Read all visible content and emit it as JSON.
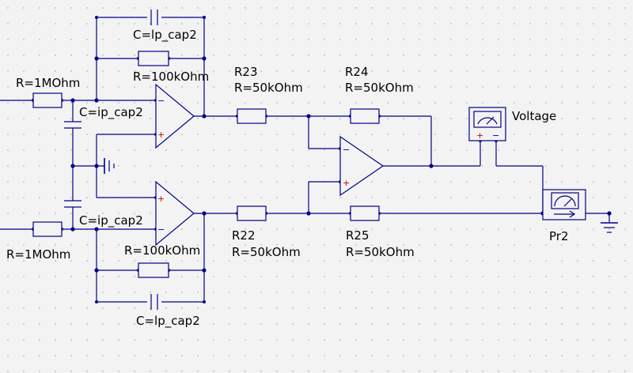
{
  "labels": {
    "c_top": "C=lp_cap2",
    "r_fb_top": "R=100kOhm",
    "r_in_top": "R=1MOhm",
    "c_in_top": "C=ip_cap2",
    "r23_name": "R23",
    "r23_val": "R=50kOhm",
    "r24_name": "R24",
    "r24_val": "R=50kOhm",
    "voltage_probe": "Voltage",
    "c_in_bot": "C=ip_cap2",
    "r_in_bot": "R=1MOhm",
    "r_fb_bot": "R=100kOhm",
    "r22_name": "R22",
    "r22_val": "R=50kOhm",
    "r25_name": "R25",
    "r25_val": "R=50kOhm",
    "pr2": "Pr2",
    "c_bot": "C=lp_cap2"
  },
  "colors": {
    "wire": "#00008b",
    "background": "#f3f3f3",
    "grid_dot": "#b4b4b4",
    "plus_sign": "#cc0000",
    "text": "#000000"
  }
}
